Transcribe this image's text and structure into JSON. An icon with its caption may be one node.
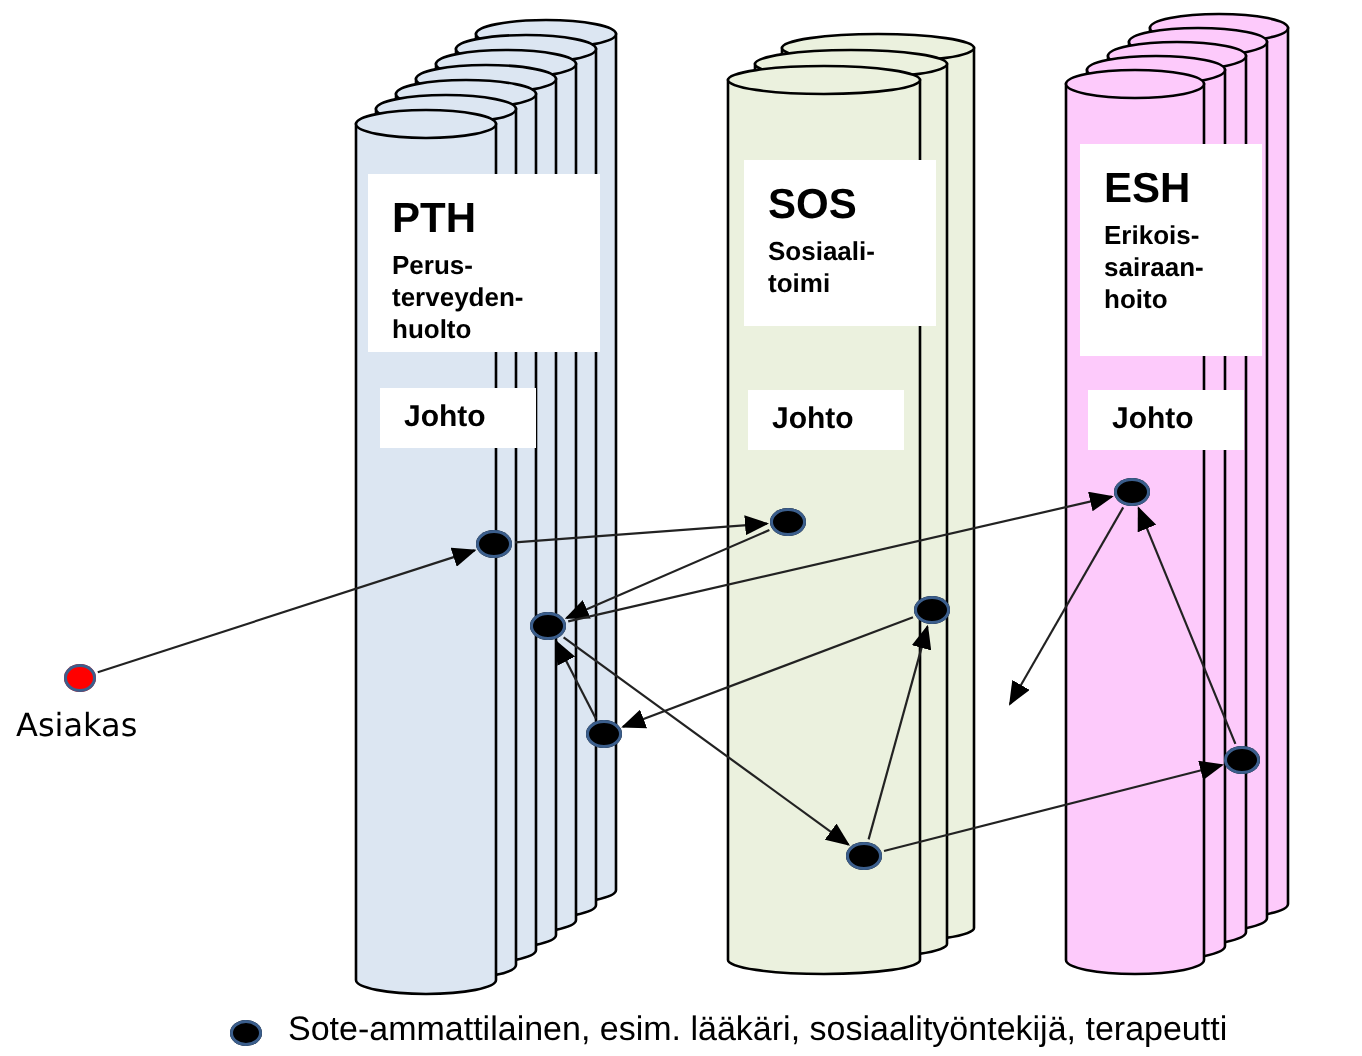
{
  "diagram": {
    "nodes": [
      {
        "text": [
          "PTH",
          "Perus- terveyden- huolto"
        ]
      },
      {
        "text": [
          "Johto"
        ]
      },
      {
        "text": [
          "SOS",
          "Sosiaali- toimi"
        ]
      },
      {
        "text": [
          "Johto"
        ]
      },
      {
        "text": [
          "ESH",
          "Erikois- sairaan- hoito"
        ]
      },
      {
        "text": [
          "Johto"
        ]
      },
      {
        "text": [],
        "shape": "circle",
        "beside": [
          "Asiakas"
        ]
      },
      {
        "text": [],
        "shape": "circle"
      },
      {
        "text": [],
        "shape": "circle"
      },
      {
        "text": [],
        "shape": "circle"
      },
      {
        "text": [],
        "shape": "circle"
      },
      {
        "text": [],
        "shape": "circle"
      },
      {
        "text": [],
        "shape": "circle"
      },
      {
        "text": [],
        "shape": "circle"
      },
      {
        "text": [],
        "shape": "circle"
      }
    ],
    "edges": [
      {
        "from": 6,
        "to": 7,
        "arrow": "to"
      },
      {
        "from": 7,
        "to": 10,
        "arrow": "to"
      },
      {
        "from": 10,
        "to": 8,
        "arrow": "to"
      },
      {
        "from": 8,
        "to": 13,
        "arrow": "to"
      },
      {
        "from": 11,
        "to": 9,
        "arrow": "to"
      },
      {
        "from": 9,
        "to": 8,
        "arrow": "to"
      },
      {
        "from": 8,
        "to": 12,
        "arrow": "to"
      },
      {
        "from": 12,
        "to": 11,
        "arrow": "to"
      },
      {
        "from": 12,
        "to": 14,
        "arrow": "to"
      },
      {
        "from": 13,
        "to": null,
        "arrow": "to"
      },
      {
        "from": 14,
        "to": 13,
        "arrow": "to"
      }
    ],
    "legend": [
      {
        "text": "Sote-ammattilainen, esim. lääkäri, sosiaalityöntekijä, terapeutti"
      }
    ]
  }
}
